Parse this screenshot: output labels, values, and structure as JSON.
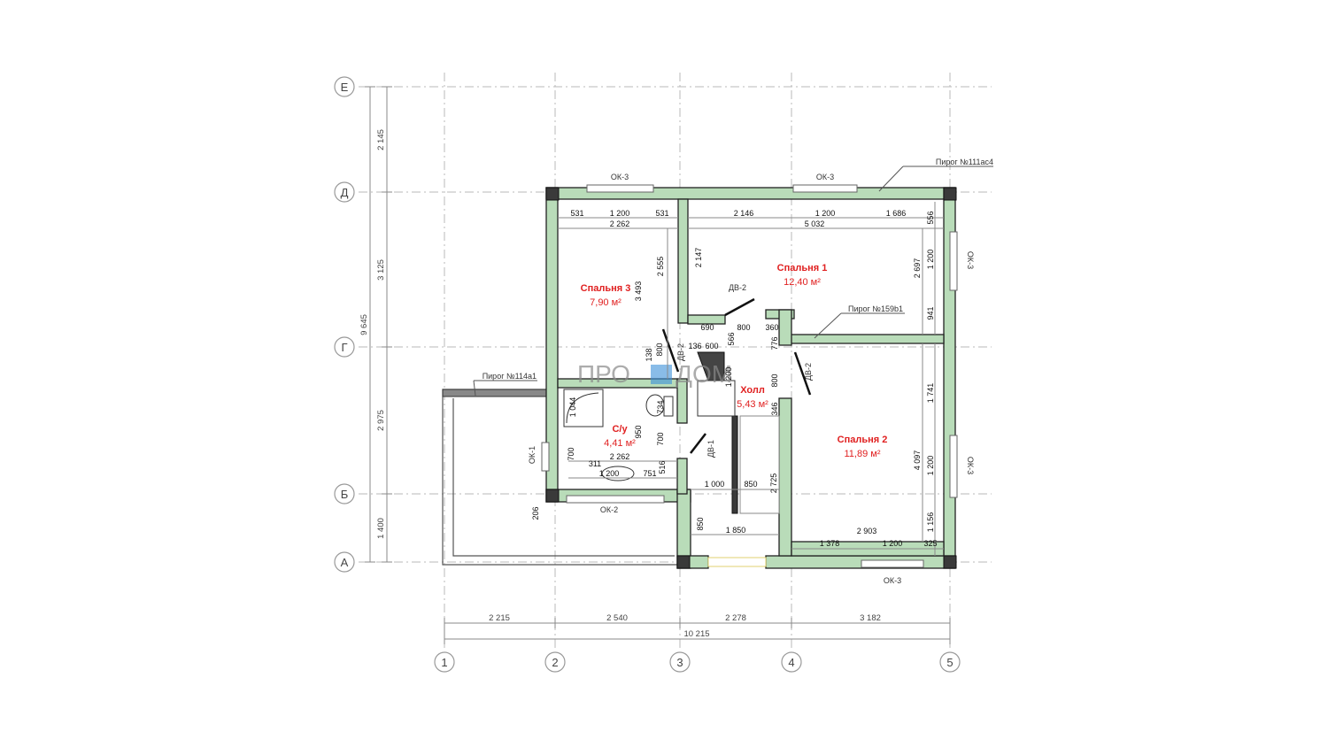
{
  "logo": {
    "left": "ПРО",
    "right": "ДОМ"
  },
  "axes": {
    "rows": [
      "Е",
      "Д",
      "Г",
      "Б",
      "А"
    ],
    "cols": [
      "1",
      "2",
      "3",
      "4",
      "5"
    ]
  },
  "left_dims": {
    "segments": [
      "2 145",
      "3 125",
      "2 975",
      "1 400"
    ],
    "total": "9 645"
  },
  "bottom_dims": {
    "segments": [
      "2 215",
      "2 540",
      "2 278",
      "3 182"
    ],
    "total": "10 215"
  },
  "rooms": [
    {
      "name": "Спальня 1",
      "area": "12,40 м²"
    },
    {
      "name": "Спальня 2",
      "area": "11,89 м²"
    },
    {
      "name": "Спальня 3",
      "area": "7,90 м²"
    },
    {
      "name": "Холл",
      "area": "5,43 м²"
    },
    {
      "name": "С/у",
      "area": "4,41 м²"
    }
  ],
  "labels": {
    "pirog_111": "Пирог №111ас4",
    "pirog_159": "Пирог №159b1",
    "pirog_114": "Пирог №114a1",
    "ok3_top_left": "ОК-3",
    "ok3_top_right": "ОК-3",
    "ok3_right_top": "ОК-3",
    "ok3_right_bottom": "ОК-3",
    "ok3_bottom": "ОК-3",
    "ok2": "ОК-2",
    "ok1": "ОК-1",
    "dv2_a": "ДВ-2",
    "dv2_b": "ДВ-2",
    "dv2_c": "ДВ-2",
    "dv1": "ДВ-1"
  },
  "inner_dims": {
    "d531a": "531",
    "d1200a": "1 200",
    "d531b": "531",
    "d2262a": "2 262",
    "d2146": "2 146",
    "d1200b": "1 200",
    "d1686": "1 686",
    "d5032": "5 032",
    "d556": "556",
    "d2555": "2 555",
    "d3493": "3 493",
    "d2147": "2 147",
    "d2697": "2 697",
    "d1200c": "1 200",
    "d941": "941",
    "d690": "690",
    "d800a": "800",
    "d360": "360",
    "d136": "136",
    "d600": "600",
    "d566": "566",
    "d776": "776",
    "d138": "138",
    "d800b": "800",
    "d1200d": "1 200",
    "d800c": "800",
    "d1741": "1 741",
    "d1044": "1 044",
    "d734": "734",
    "d346": "346",
    "d950": "950",
    "d700a": "700",
    "d700b": "700",
    "d311": "311",
    "d2262b": "2 262",
    "d516": "516",
    "d1200e": "1 200",
    "d751": "751",
    "d1000": "1 000",
    "d850a": "850",
    "d2725": "2 725",
    "d4097": "4 097",
    "d1200f": "1 200",
    "d1156": "1 156",
    "d206": "206",
    "d850b": "850",
    "d1850": "1 850",
    "d1378": "1 378",
    "d2903": "2 903",
    "d1200g": "1 200",
    "d325": "325"
  }
}
